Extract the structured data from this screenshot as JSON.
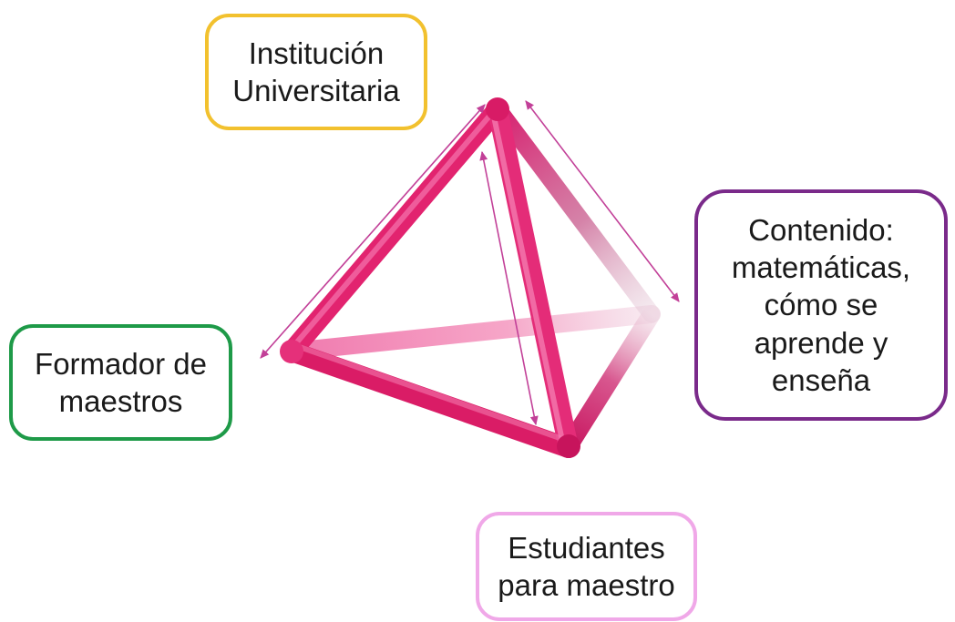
{
  "nodes": {
    "institucion": {
      "text": "Institución\nUniversitaria",
      "color": "#F2C12E"
    },
    "formador": {
      "text": "Formador de\nmaestros",
      "color": "#1E9A48"
    },
    "contenido": {
      "text": "Contenido:\nmatemáticas,\ncómo se\naprende y\nenseña",
      "color": "#7A2A8A"
    },
    "estudiantes": {
      "text": "Estudiantes\npara maestro",
      "color": "#F0A8E8"
    }
  },
  "colors": {
    "tetrahedron": "#E8267A",
    "tetrahedron_highlight": "#F67AB0",
    "arrow": "#C24098"
  }
}
